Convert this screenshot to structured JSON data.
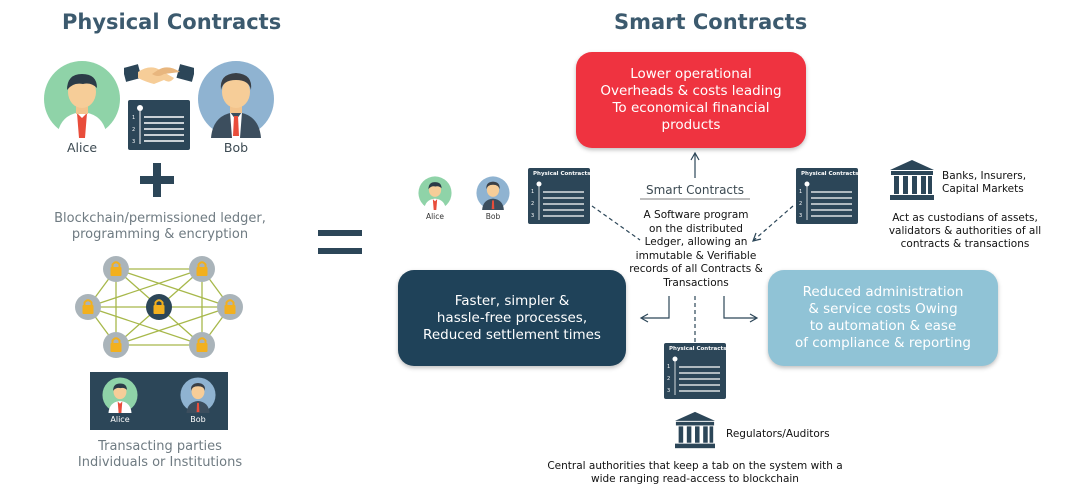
{
  "left": {
    "title": "Physical Contracts",
    "alice": "Alice",
    "bob": "Bob",
    "plus": "+",
    "ledger_text": "Blockchain/permissioned ledger,\nprogramming & encryption",
    "parties_alice": "Alice",
    "parties_bob": "Bob",
    "parties_text": "Transacting parties\nIndividuals or Institutions"
  },
  "equals": "=",
  "right": {
    "title": "Smart Contracts",
    "box_red": "Lower operational\nOverheads & costs leading\nTo economical financial\nproducts",
    "box_dark": "Faster, simpler &\nhassle-free processes,\nReduced settlement times",
    "box_light": "Reduced administration\n& service costs Owing\nto automation & ease\nof compliance & reporting",
    "center_title": "Smart Contracts",
    "center_text": "A Software program\non the distributed\nLedger, allowing an\nimmutable & Verifiable\nrecords of all Contracts &\nTransactions",
    "alice_small": "Alice",
    "bob_small": "Bob",
    "doc_title": "Physical Contracts",
    "doc_nums": [
      "1",
      "2",
      "3"
    ],
    "banks_title": "Banks, Insurers,\nCapital Markets",
    "banks_text": "Act as custodians of assets,\nvalidators & authorities of all\ncontracts & transactions",
    "regulators_title": "Regulators/Auditors",
    "regulators_text": "Central authorities that keep a tab on the system with a\nwide ranging read-access to blockchain"
  },
  "colors": {
    "heading": "#3c5a6e",
    "red": "#ef3340",
    "dark": "#1f4259",
    "light": "#90c3d6",
    "doc": "#2c4658",
    "node": "#aab4ba",
    "lock": "#f2b01e"
  }
}
